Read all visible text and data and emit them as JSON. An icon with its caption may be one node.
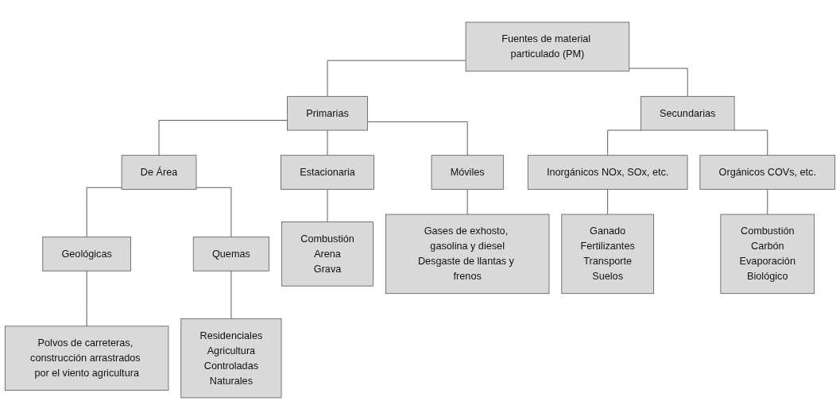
{
  "diagram": {
    "nodes": [
      {
        "text": [
          "Fuentes de material particulado (PM)"
        ]
      },
      {
        "text": [
          "Primarias"
        ]
      },
      {
        "text": [
          "Secundarias"
        ]
      },
      {
        "text": [
          "De Área"
        ]
      },
      {
        "text": [
          "Estacionaria"
        ]
      },
      {
        "text": [
          "Móviles"
        ]
      },
      {
        "text": [
          "Inorgánicos NOx, SOx, etc."
        ]
      },
      {
        "text": [
          "Orgánicos COVs, etc."
        ]
      },
      {
        "text": [
          "Geológicas"
        ]
      },
      {
        "text": [
          "Quemas"
        ]
      },
      {
        "text": [
          "Combustión",
          "Arena",
          "Grava"
        ]
      },
      {
        "text": [
          "Gases de exhosto, gasolina y diesel",
          "Desgaste de llantas y frenos"
        ]
      },
      {
        "text": [
          "Ganado",
          "Fertilizantes",
          "Transporte",
          "Suelos"
        ]
      },
      {
        "text": [
          "Combustión",
          "Carbón",
          "Evaporación",
          "Biológico"
        ]
      },
      {
        "text": [
          "Polvos de carreteras, construcción arrastrados por el viento agricultura"
        ]
      },
      {
        "text": [
          "Residenciales",
          "Agricultura",
          "Controladas",
          "Naturales"
        ]
      }
    ],
    "edges": [
      {
        "from": 0,
        "to": 1,
        "arrow": "none"
      },
      {
        "from": 0,
        "to": 2,
        "arrow": "none"
      },
      {
        "from": 1,
        "to": 3,
        "arrow": "none"
      },
      {
        "from": 1,
        "to": 4,
        "arrow": "none"
      },
      {
        "from": 1,
        "to": 5,
        "arrow": "none"
      },
      {
        "from": 2,
        "to": 6,
        "arrow": "none"
      },
      {
        "from": 2,
        "to": 7,
        "arrow": "none"
      },
      {
        "from": 3,
        "to": 8,
        "arrow": "none"
      },
      {
        "from": 3,
        "to": 9,
        "arrow": "none"
      },
      {
        "from": 4,
        "to": 10,
        "arrow": "none"
      },
      {
        "from": 5,
        "to": 11,
        "arrow": "none"
      },
      {
        "from": 6,
        "to": 12,
        "arrow": "none"
      },
      {
        "from": 7,
        "to": 13,
        "arrow": "none"
      },
      {
        "from": 8,
        "to": 14,
        "arrow": "none"
      },
      {
        "from": 9,
        "to": 15,
        "arrow": "none"
      }
    ]
  }
}
